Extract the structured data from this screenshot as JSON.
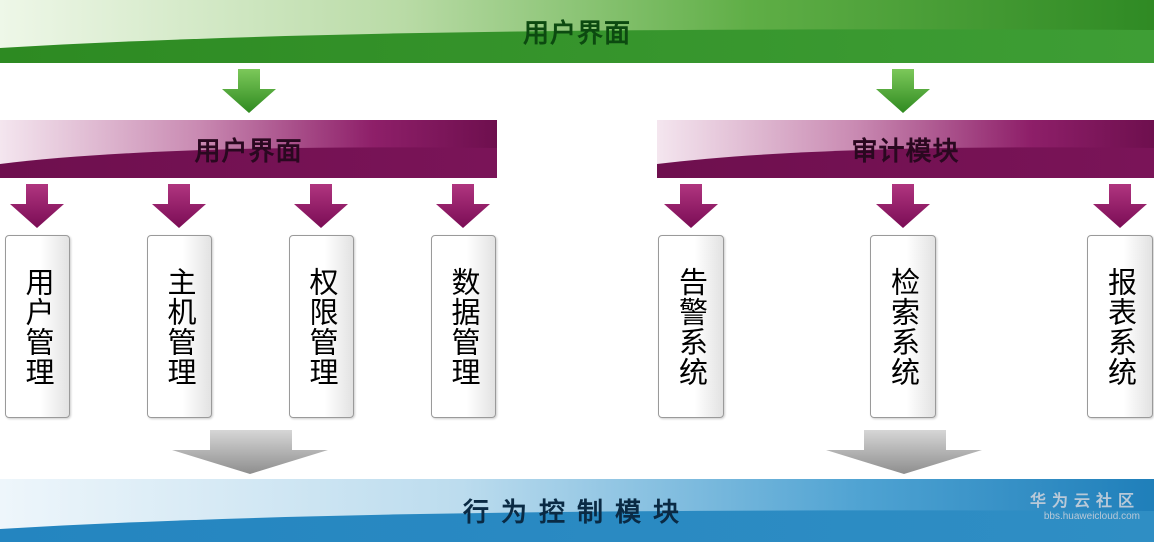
{
  "top_band": {
    "title": "用户界面"
  },
  "left_group": {
    "title": "用户界面",
    "modules": [
      "用户管理",
      "主机管理",
      "权限管理",
      "数据管理"
    ]
  },
  "right_group": {
    "title": "审计模块",
    "modules": [
      "告警系统",
      "检索系统",
      "报表系统"
    ]
  },
  "bottom_band": {
    "title": "行为控制模块"
  },
  "watermark": {
    "main": "华为云社区",
    "sub": "bbs.huaweicloud.com"
  },
  "colors": {
    "green_band": "#3e9e35",
    "purple_band": "#7a1458",
    "blue_band": "#2f8ec4",
    "green_arrow": "#46a32f",
    "purple_arrow": "#8a1060",
    "gray_arrow": "#9a9a9a"
  }
}
